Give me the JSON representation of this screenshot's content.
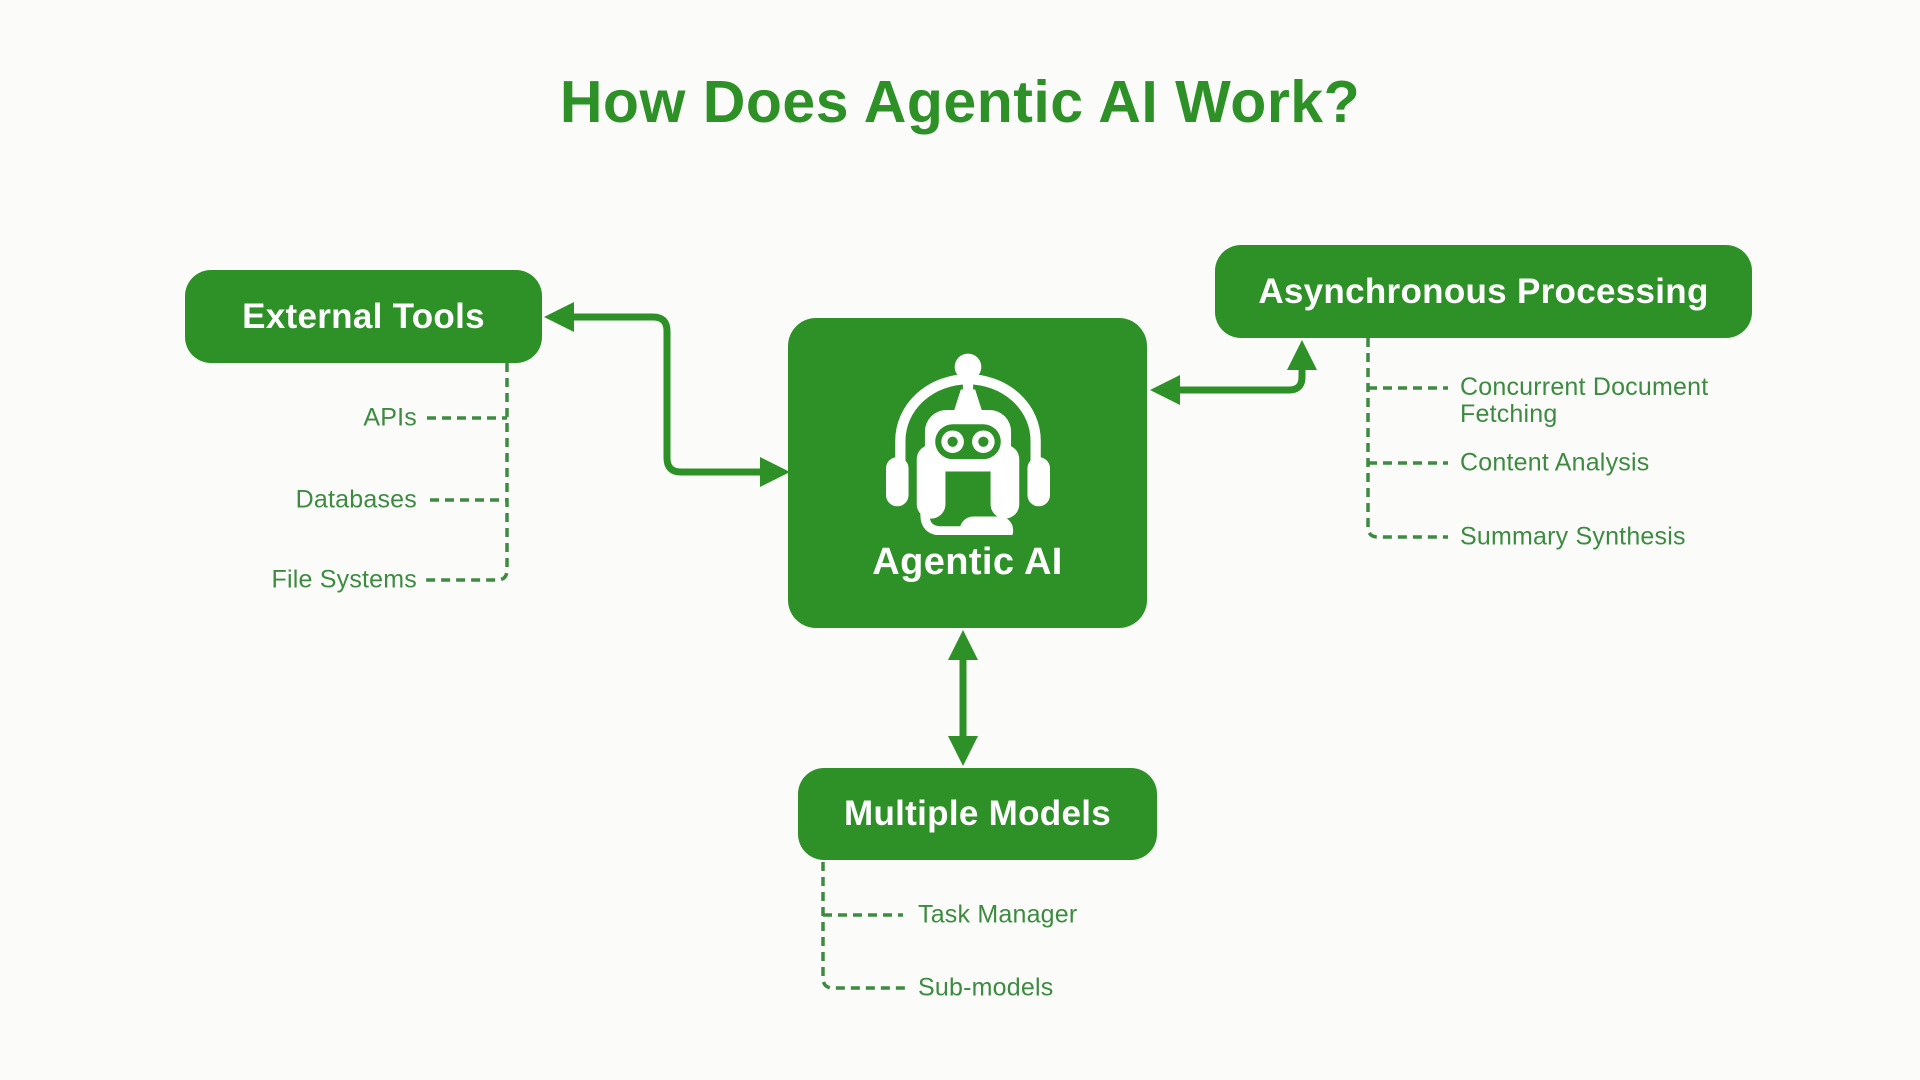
{
  "title": "How Does Agentic AI Work?",
  "colors": {
    "primary_green": "#2E9127",
    "secondary_green": "#3D8B41",
    "background": "#FBFBF9",
    "text_on_green": "#FFFFFF"
  },
  "center_node": {
    "label": "Agentic AI",
    "icon": "robot-headset-icon"
  },
  "nodes": {
    "external_tools": {
      "label": "External Tools",
      "items": [
        "APIs",
        "Databases",
        "File Systems"
      ]
    },
    "async_processing": {
      "label": "Asynchronous Processing",
      "items": [
        "Concurrent Document Fetching",
        "Content Analysis",
        "Summary Synthesis"
      ]
    },
    "multiple_models": {
      "label": "Multiple Models",
      "items": [
        "Task Manager",
        "Sub-models"
      ]
    }
  }
}
